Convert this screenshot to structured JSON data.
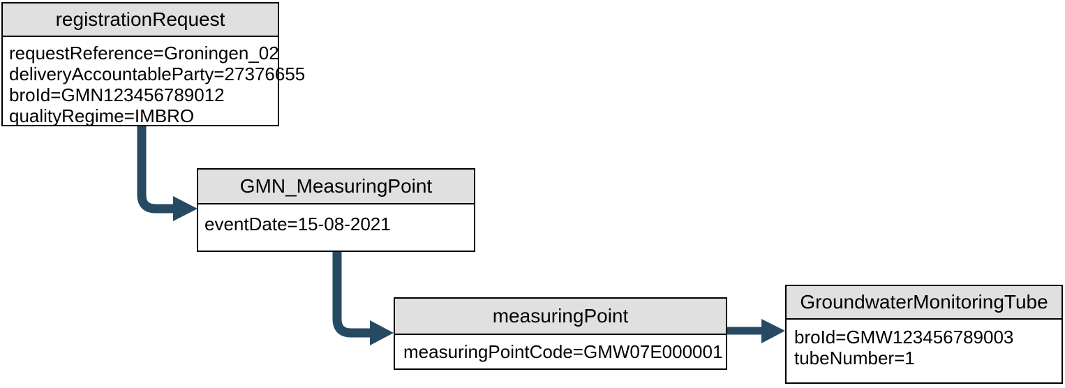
{
  "colors": {
    "arrow": "#274A63",
    "header_bg": "#E0E0E0",
    "box_border": "#000000",
    "box_bg": "#FFFFFF",
    "canvas_bg": "#FFFFFF",
    "text": "#000000"
  },
  "diagram": {
    "nodes": [
      {
        "title": "registrationRequest",
        "attributes": [
          "requestReference=Groningen_02",
          "deliveryAccountableParty=27376655",
          "broId=GMN123456789012",
          "qualityRegime=IMBRO"
        ]
      },
      {
        "title": "GMN_MeasuringPoint",
        "attributes": [
          "eventDate=15-08-2021"
        ]
      },
      {
        "title": "measuringPoint",
        "attributes": [
          "measuringPointCode=GMW07E000001"
        ]
      },
      {
        "title": "GroundwaterMonitoringTube",
        "attributes": [
          "broId=GMW123456789003",
          "tubeNumber=1"
        ]
      }
    ],
    "connections": [
      {
        "from": "registrationRequest",
        "to": "GMN_MeasuringPoint"
      },
      {
        "from": "GMN_MeasuringPoint",
        "to": "measuringPoint"
      },
      {
        "from": "measuringPoint",
        "to": "GroundwaterMonitoringTube"
      }
    ]
  }
}
